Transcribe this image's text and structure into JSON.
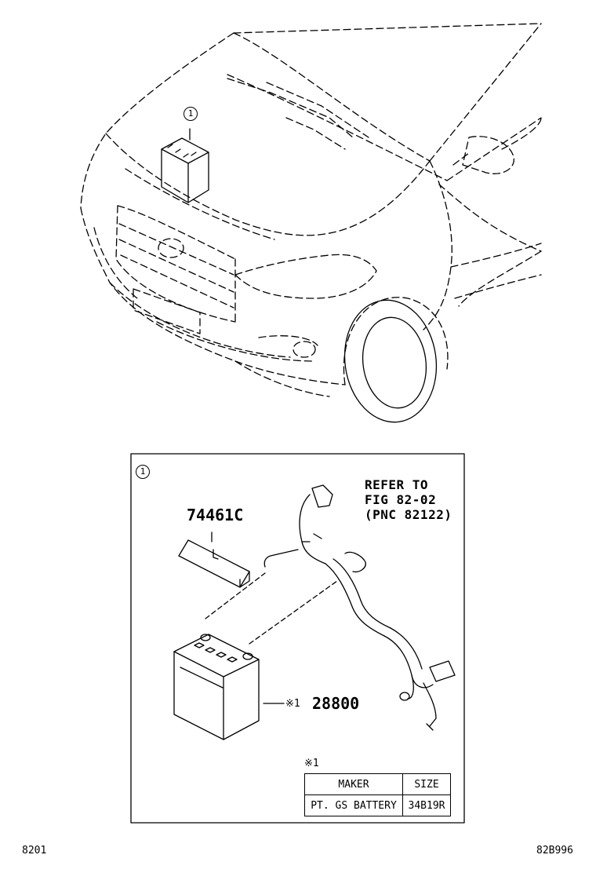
{
  "callouts": {
    "overview_ref": "1",
    "inset_ref": "1"
  },
  "labels": {
    "cover_part_no": "74461C",
    "refer_line1": "REFER TO",
    "refer_line2": "FIG 82-02",
    "refer_line3": "(PNC 82122)",
    "battery_mark": "※1",
    "battery_part_no": "28800",
    "table_note": "※1"
  },
  "spec_table": {
    "headers": [
      "MAKER",
      "SIZE"
    ],
    "rows": [
      [
        "PT. GS BATTERY",
        "34B19R"
      ]
    ]
  },
  "footer": {
    "left_code": "8201",
    "right_code": "82B996"
  }
}
